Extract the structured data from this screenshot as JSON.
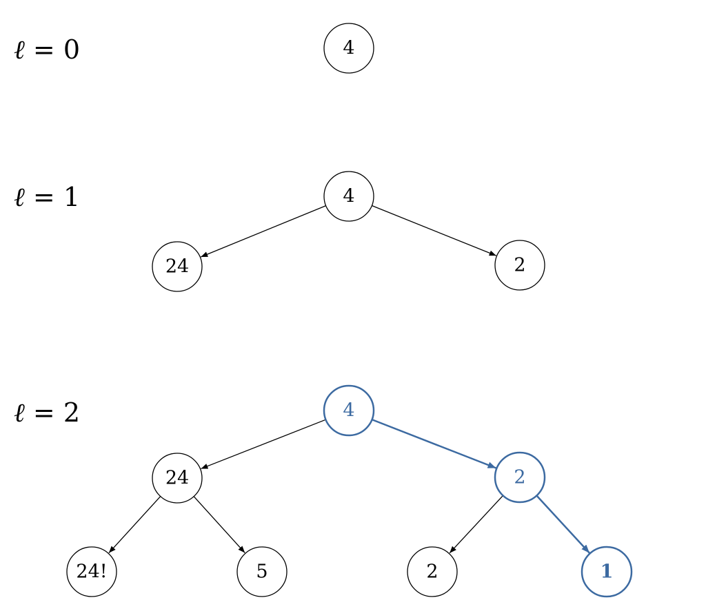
{
  "colors": {
    "default": "#000000",
    "highlight": "#3c6aa1"
  },
  "levels": [
    {
      "symbol": "ℓ",
      "equals": " = ",
      "value": "0",
      "nodes": [
        {
          "id": "l0-root",
          "label": "4",
          "highlight": false
        }
      ],
      "edges": []
    },
    {
      "symbol": "ℓ",
      "equals": " = ",
      "value": "1",
      "nodes": [
        {
          "id": "l1-root",
          "label": "4",
          "highlight": false
        },
        {
          "id": "l1-left",
          "label": "24",
          "highlight": false
        },
        {
          "id": "l1-right",
          "label": "2",
          "highlight": false
        }
      ],
      "edges": [
        {
          "from": "l1-root",
          "to": "l1-left",
          "highlight": false
        },
        {
          "from": "l1-root",
          "to": "l1-right",
          "highlight": false
        }
      ]
    },
    {
      "symbol": "ℓ",
      "equals": " = ",
      "value": "2",
      "nodes": [
        {
          "id": "l2-root",
          "label": "4",
          "highlight": true
        },
        {
          "id": "l2-left",
          "label": "24",
          "highlight": false
        },
        {
          "id": "l2-right",
          "label": "2",
          "highlight": true
        },
        {
          "id": "l2-ll",
          "label": "24!",
          "highlight": false
        },
        {
          "id": "l2-lr",
          "label": "5",
          "highlight": false
        },
        {
          "id": "l2-rl",
          "label": "2",
          "highlight": false
        },
        {
          "id": "l2-rr",
          "label": "1",
          "highlight": true
        }
      ],
      "edges": [
        {
          "from": "l2-root",
          "to": "l2-left",
          "highlight": false
        },
        {
          "from": "l2-root",
          "to": "l2-right",
          "highlight": true
        },
        {
          "from": "l2-left",
          "to": "l2-ll",
          "highlight": false
        },
        {
          "from": "l2-left",
          "to": "l2-lr",
          "highlight": false
        },
        {
          "from": "l2-right",
          "to": "l2-rl",
          "highlight": false
        },
        {
          "from": "l2-right",
          "to": "l2-rr",
          "highlight": true
        }
      ]
    }
  ]
}
